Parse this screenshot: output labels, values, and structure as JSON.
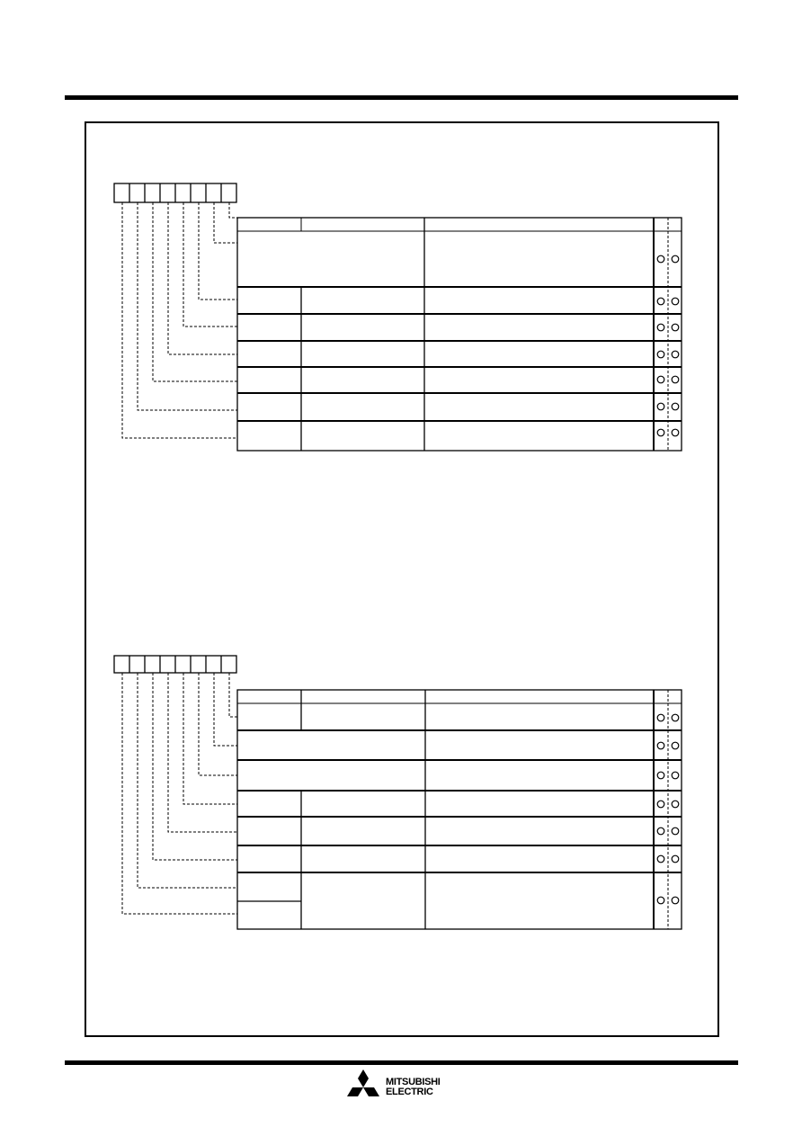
{
  "brand": {
    "logo_lines": [
      "MITSUBISHI",
      "ELECTRIC"
    ],
    "mark_icon": "three-diamonds-icon"
  },
  "register_diagrams": [
    {
      "bits": 8,
      "header_columns": 4,
      "rows": 7,
      "row_layout": [
        "merged-name",
        "split",
        "split",
        "split",
        "split",
        "split",
        "split"
      ],
      "access_marks": "circle-pair-per-row"
    },
    {
      "bits": 8,
      "header_columns": 4,
      "rows": 7,
      "row_layout": [
        "split",
        "merged-name",
        "merged-name",
        "split",
        "split",
        "split",
        "double-bit-merged"
      ],
      "access_marks": "circle-pair-per-row"
    }
  ]
}
